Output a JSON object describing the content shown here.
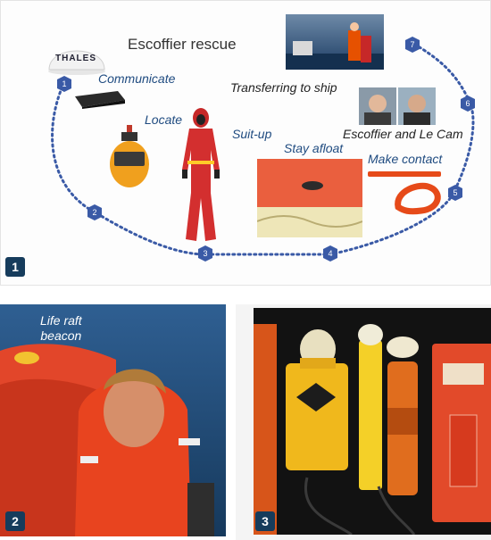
{
  "panel1": {
    "badge": "1",
    "title": "Escoffier rescue",
    "thales_logo": "THALES",
    "labels": {
      "communicate": "Communicate",
      "locate": "Locate",
      "suitup": "Suit-up",
      "stay_afloat": "Stay afloat",
      "make_contact": "Make contact",
      "transferring": "Transferring to ship",
      "escoffier": "Escoffier and Le Cam"
    },
    "steps": [
      "1",
      "2",
      "3",
      "4",
      "5",
      "6",
      "7"
    ]
  },
  "panel2": {
    "badge": "2",
    "caption_line1": "Life raft",
    "caption_line2": "beacon"
  },
  "panel3": {
    "badge": "3"
  },
  "colors": {
    "accent": "#163c5c",
    "step": "#3a5aa6",
    "path": "#3a5aa6",
    "label": "#1f4b80"
  }
}
